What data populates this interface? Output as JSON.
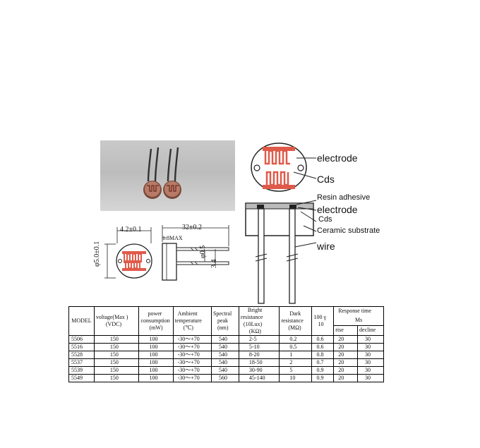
{
  "diagram_labels": {
    "electrode_top": "electrode",
    "cds_top": "Cds",
    "resin": "Resin adhesive",
    "electrode_side": "electrode",
    "cds_side": "Cds",
    "ceramic": "Ceramic substrate",
    "wire": "wire"
  },
  "dimensions": {
    "width": "4.2±0.1",
    "length": "32±0.2",
    "height": "1.8MAX",
    "dia_body": "φ5.0±0.1",
    "lead_dia": "φ0.5",
    "pitch": "3.4"
  },
  "table": {
    "headers": {
      "model": "MODEL",
      "voltage": [
        "voltage(Max )",
        "(VDC)"
      ],
      "power": [
        "power",
        "consumption",
        "(mW)"
      ],
      "ambient": [
        "Ambient",
        "temperature",
        "(℃)"
      ],
      "spectral": [
        "Spectral",
        "peak",
        "(nm)"
      ],
      "bright": [
        "Bright",
        "resistance",
        "(10Lux)",
        "(KΩ)"
      ],
      "dark": [
        "Dark",
        "resistance",
        "(MΩ)"
      ],
      "gamma": [
        "100 γ",
        "10"
      ],
      "response": "Response time",
      "ms": "Ms",
      "rise": "rise",
      "decline": "decline"
    },
    "rows": [
      [
        "5506",
        "150",
        "100",
        "-30～+70",
        "540",
        "2-5",
        "0.2",
        "0.6",
        "20",
        "30"
      ],
      [
        "5516",
        "150",
        "100",
        "-30～+70",
        "540",
        "5-10",
        "0.5",
        "0.6",
        "20",
        "30"
      ],
      [
        "5528",
        "150",
        "100",
        "-30～+70",
        "540",
        "8-20",
        "1",
        "0.8",
        "20",
        "30"
      ],
      [
        "5537",
        "150",
        "100",
        "-30～+70",
        "540",
        "18-50",
        "2",
        "0.7",
        "20",
        "30"
      ],
      [
        "5539",
        "150",
        "100",
        "-30～+70",
        "540",
        "30-90",
        "5",
        "0.9",
        "20",
        "30"
      ],
      [
        "5549",
        "150",
        "100",
        "-30～+70",
        "560",
        "45-140",
        "10",
        "0.9",
        "20",
        "30"
      ]
    ]
  },
  "colors": {
    "trace": "#c0392b",
    "body": "#c9715e",
    "photo_bg": "#c4c4c4"
  }
}
